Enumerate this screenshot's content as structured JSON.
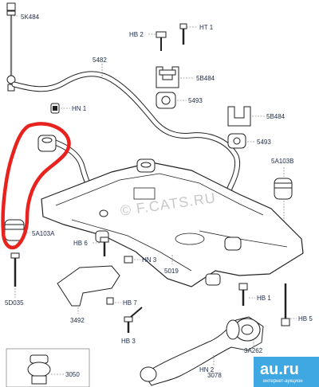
{
  "labels": {
    "l5k484": "5K484",
    "hb2": "HB 2",
    "ht1": "HT 1",
    "l5482": "5482",
    "l5b484a": "5B484",
    "hn1": "HN 1",
    "l5493a": "5493",
    "l5b484b": "5B484",
    "l5493b": "5493",
    "l5a103b": "5A103B",
    "l5a103a": "5A103A",
    "hb6": "HB 6",
    "hn3": "HN 3",
    "l5019": "5019",
    "l5d035": "5D035",
    "hb7": "HB 7",
    "hb1": "HB 1",
    "l3492": "3492",
    "hb5": "HB 5",
    "hb3": "HB 3",
    "l3a262": "3A262",
    "hn2": "HN 2",
    "l3078": "3078",
    "l3050": "3050"
  },
  "watermark": "© F.CATS.RU",
  "badge": {
    "text": "au.ru",
    "sub": "интернет-аукцион"
  },
  "colors": {
    "highlight": "#e8231f",
    "ink": "#1a2a44",
    "badge": "#2f9fe0"
  }
}
